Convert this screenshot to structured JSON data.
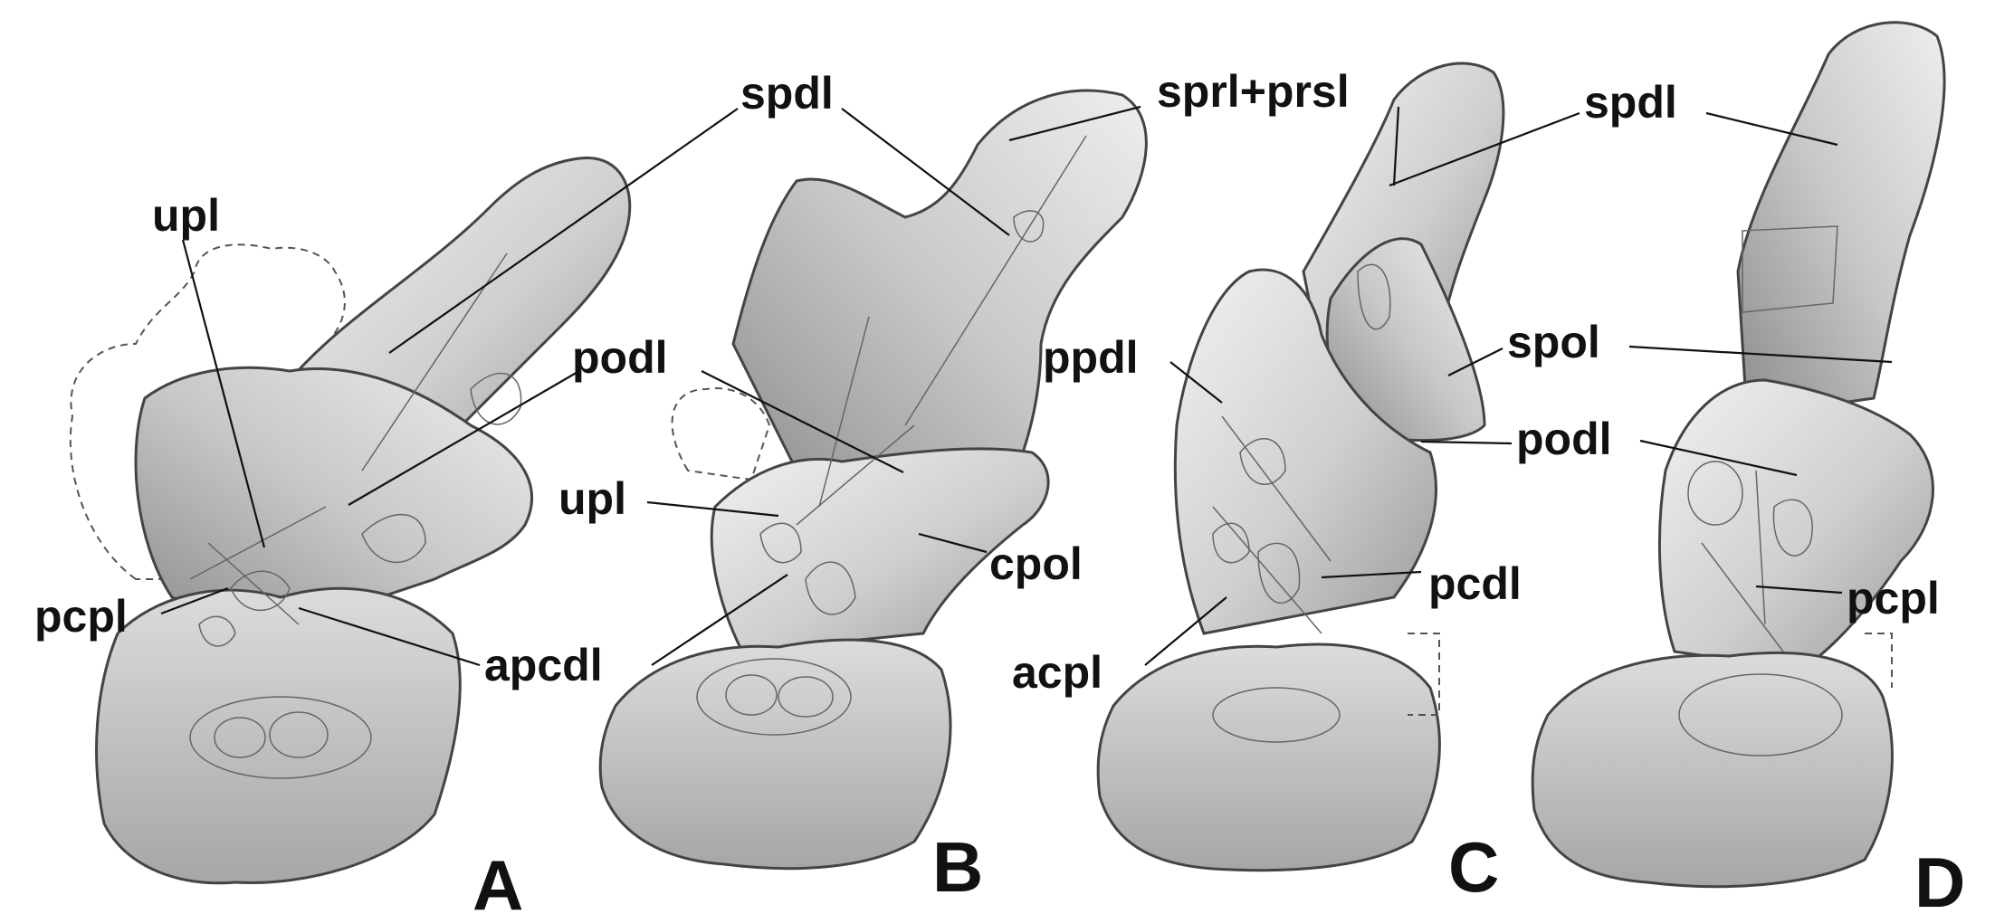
{
  "labels": {
    "upl_a": "upl",
    "spdl_a": "spdl",
    "podl_a": "podl",
    "pcpl_a": "pcpl",
    "apcdl": "apcdl",
    "upl_b": "upl",
    "sprl_prsl": "sprl+prsl",
    "cpol": "cpol",
    "ppdl": "ppdl",
    "acpl": "acpl",
    "pcdl": "pcdl",
    "spdl_c": "spdl",
    "spol": "spol",
    "podl_d": "podl",
    "pcpl_d": "pcpl"
  },
  "panels": {
    "a": "A",
    "b": "B",
    "c": "C",
    "d": "D"
  },
  "colors": {
    "background": "#ffffff",
    "ink": "#111111",
    "bone_light": "#e6e6e6",
    "bone_mid": "#c2c2c2",
    "bone_dark": "#7a7a7a"
  }
}
